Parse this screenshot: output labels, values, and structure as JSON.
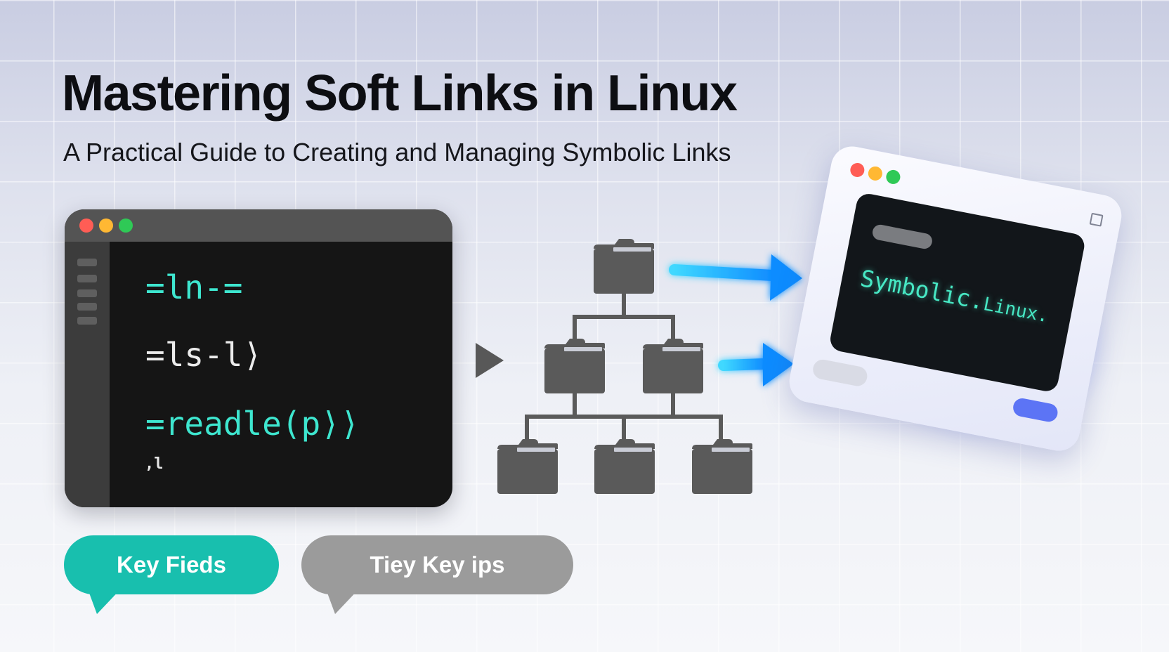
{
  "header": {
    "title": "Mastering Soft Links in Linux",
    "subtitle": "A Practical Guide to Creating and Managing Symbolic Links"
  },
  "terminal": {
    "lines": [
      "=ln-=",
      "=ls-l⟩",
      "=readle(p⟩⟩"
    ],
    "cursor_text": ",l"
  },
  "floating_window": {
    "text_main": "Symbolic.",
    "text_sub": "Linux."
  },
  "buttons": {
    "key_fields": "Key Fieds",
    "key_tips": "Tiey Key ips"
  },
  "colors": {
    "accent_teal": "#18bfae",
    "terminal_green": "#3ee6cf",
    "arrow_blue": "#1fa6ff",
    "folder_grey": "#5a5a5a"
  },
  "icons": [
    "folder-icon",
    "arrow-right-icon",
    "play-triangle-icon",
    "window-maximize-icon"
  ]
}
